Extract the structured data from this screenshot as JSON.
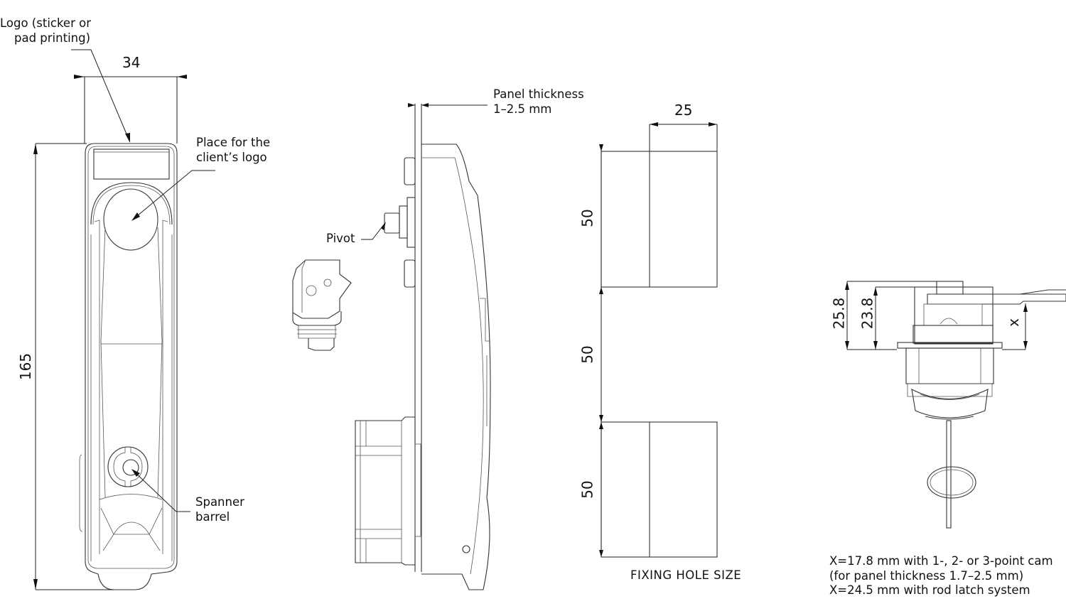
{
  "front_view": {
    "logo_label_line1": "Logo (sticker or",
    "logo_label_line2": "pad printing)",
    "width_dim": "34",
    "height_dim": "165",
    "client_logo_line1": "Place for the",
    "client_logo_line2": "client’s logo",
    "spanner_line1": "Spanner",
    "spanner_line2": "barrel"
  },
  "side_view": {
    "panel_line1": "Panel thickness",
    "panel_line2": "1–2.5 mm",
    "pivot_label": "Pivot"
  },
  "fixing_hole": {
    "width_dim": "25",
    "spacing_dims": [
      "50",
      "50",
      "50"
    ],
    "caption": "FIXING HOLE SIZE"
  },
  "cam_view": {
    "dim_outer": "25.8",
    "dim_inner": "23.8",
    "dim_x": "x",
    "notes": [
      "X=17.8 mm with 1-, 2- or 3-point cam",
      "(for panel thickness 1.7–2.5 mm)",
      "X=24.5 mm with rod latch system"
    ]
  }
}
